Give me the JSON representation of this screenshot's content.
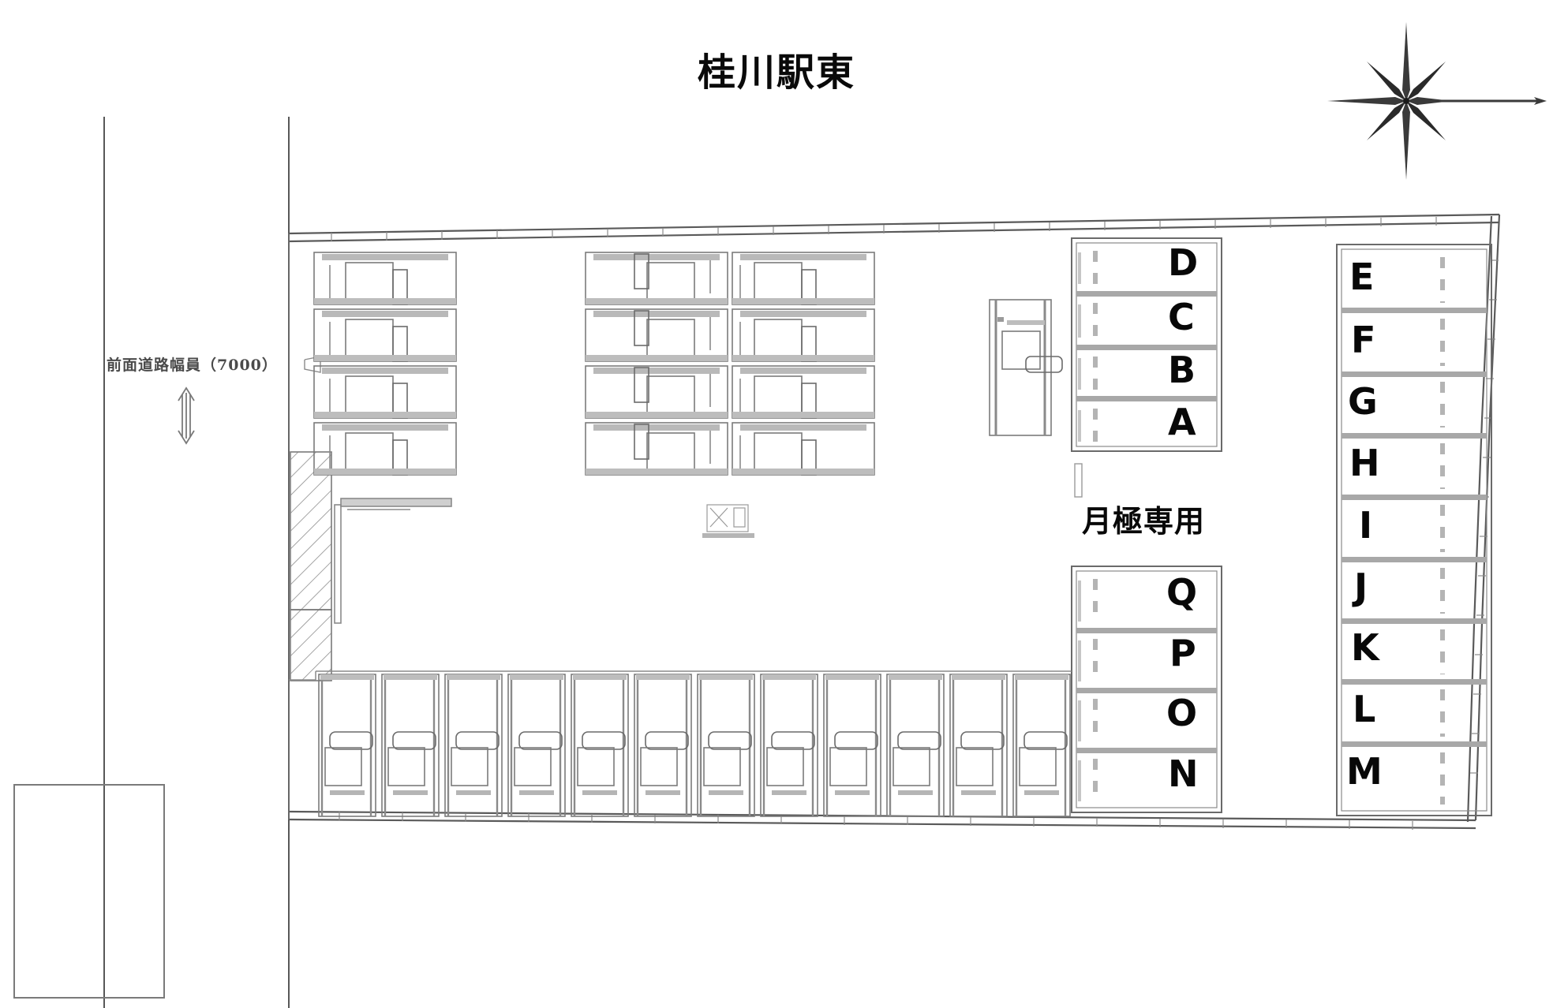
{
  "plan": {
    "title": "桂川駅東",
    "road_width_label": "前面道路幅員（7000）",
    "monthly_only_label": "月極専用",
    "compass": {
      "name": "north-compass-rose",
      "points": 8,
      "has_horizontal_arrow": true
    },
    "colors": {
      "line": "#6e6e6e",
      "line_dark": "#3a3a3a",
      "text": "#080808",
      "label_gray": "#4a4a4a",
      "background": "#ffffff",
      "divider_gray": "#9a9a9a"
    }
  },
  "stall_columns": [
    {
      "name": "inner-column-upper",
      "label_align": "right",
      "stalls": [
        {
          "label": "D"
        },
        {
          "label": "C"
        },
        {
          "label": "B"
        },
        {
          "label": "A"
        }
      ]
    },
    {
      "name": "inner-column-lower",
      "label_align": "right",
      "stalls": [
        {
          "label": "Q"
        },
        {
          "label": "P"
        },
        {
          "label": "O"
        },
        {
          "label": "N"
        }
      ]
    },
    {
      "name": "outer-column-right",
      "label_align": "left",
      "stalls": [
        {
          "label": "E"
        },
        {
          "label": "F"
        },
        {
          "label": "G"
        },
        {
          "label": "H"
        },
        {
          "label": "I"
        },
        {
          "label": "J"
        },
        {
          "label": "K"
        },
        {
          "label": "L"
        },
        {
          "label": "M"
        }
      ]
    }
  ],
  "mechanical_parking_groups": [
    {
      "name": "upper-left-stacker-group",
      "units": 4,
      "orientation": "horizontal-right"
    },
    {
      "name": "upper-middle-left-stacker-group",
      "units": 4,
      "orientation": "horizontal-left"
    },
    {
      "name": "upper-middle-right-stacker-group",
      "units": 4,
      "orientation": "horizontal-right"
    },
    {
      "name": "center-single-stacker",
      "units": 1,
      "orientation": "vertical"
    },
    {
      "name": "bottom-stacker-row",
      "units": 12,
      "orientation": "vertical"
    }
  ],
  "site_features": [
    {
      "name": "front-road-corridor"
    },
    {
      "name": "hatched-ramp-area"
    },
    {
      "name": "site-boundary-wall"
    },
    {
      "name": "equipment-detail-marker"
    },
    {
      "name": "adjacent-building-outline"
    }
  ]
}
